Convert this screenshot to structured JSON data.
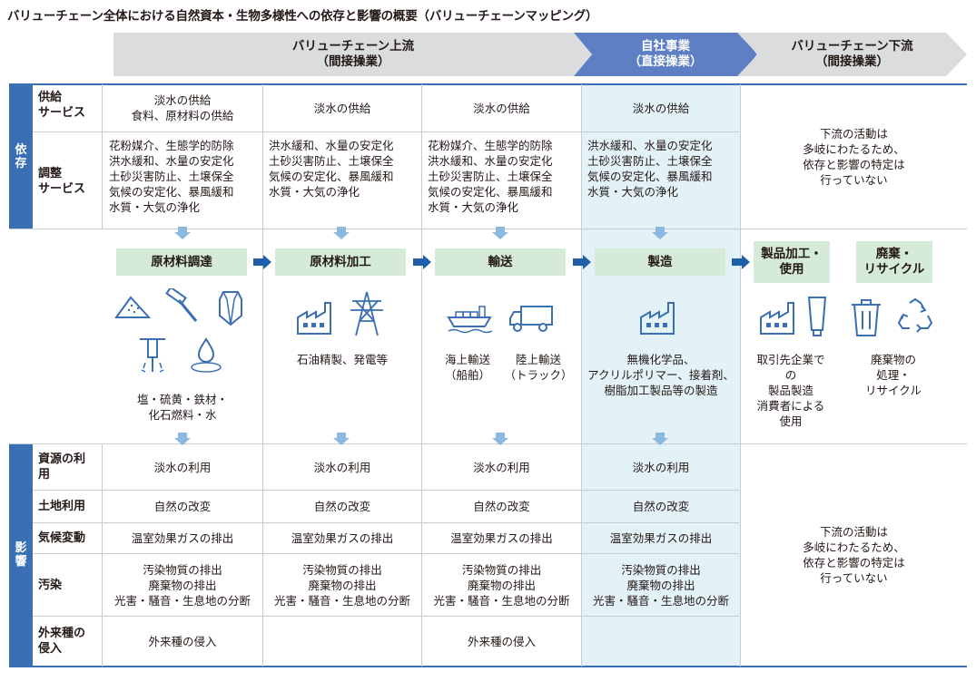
{
  "title": "バリューチェーン全体における自然資本・生物多様性への依存と影響の概要（バリューチェーンマッピング）",
  "header": {
    "upstream": {
      "line1": "バリューチェーン上流",
      "line2": "（間接操業）"
    },
    "own": {
      "line1": "自社事業",
      "line2": "（直接操業）"
    },
    "downstream": {
      "line1": "バリューチェーン下流",
      "line2": "（間接操業）"
    }
  },
  "dependency": {
    "side_label": [
      "依",
      "存"
    ],
    "supply_label": [
      "供給",
      "サービス"
    ],
    "regulating_label": [
      "調整",
      "サービス"
    ],
    "supply": [
      [
        "淡水の供給",
        "食料、原材料の供給"
      ],
      [
        "淡水の供給"
      ],
      [
        "淡水の供給"
      ],
      [
        "淡水の供給"
      ]
    ],
    "regulating": [
      [
        "花粉媒介、生態学的防除",
        "洪水緩和、水量の安定化",
        "土砂災害防止、土壌保全",
        "気候の安定化、暴風緩和",
        "水質・大気の浄化"
      ],
      [
        "洪水緩和、水量の安定化",
        "土砂災害防止、土壌保全",
        "気候の安定化、暴風緩和",
        "水質・大気の浄化"
      ],
      [
        "花粉媒介、生態学的防除",
        "洪水緩和、水量の安定化",
        "土砂災害防止、土壌保全",
        "気候の安定化、暴風緩和",
        "水質・大気の浄化"
      ],
      [
        "洪水緩和、水量の安定化",
        "土砂災害防止、土壌保全",
        "気候の安定化、暴風緩和",
        "水質・大気の浄化"
      ]
    ],
    "downstream_note": [
      "下流の活動は",
      "多岐にわたるため、",
      "依存と影響の特定は",
      "行っていない"
    ]
  },
  "process": {
    "steps": [
      "原材料調達",
      "原材料加工",
      "輸送",
      "製造"
    ],
    "downstream_steps": [
      [
        "製品加工・",
        "使用"
      ],
      [
        "廃棄・",
        "リサイクル"
      ]
    ],
    "captions": {
      "procurement": [
        "塩・硫黄・鉄材・",
        "化石燃料・水"
      ],
      "processing": [
        "石油精製、発電等"
      ],
      "transport_sea": [
        "海上輸送",
        "（船舶）"
      ],
      "transport_land": [
        "陸上輸送",
        "（トラック）"
      ],
      "manufacturing": [
        "無機化学品、",
        "アクリルポリマー、接着剤、",
        "樹脂加工製品等の製造"
      ],
      "product_use": [
        "取引先企業で",
        "の",
        "製品製造",
        "消費者による",
        "使用"
      ],
      "disposal": [
        "廃棄物の",
        "処理・",
        "リサイクル"
      ]
    },
    "icons": [
      "sand-pile-icon",
      "hammer-icon",
      "crystal-icon",
      "drill-icon",
      "water-drop-icon",
      "factory-icon",
      "power-tower-icon",
      "cargo-ship-icon",
      "truck-icon",
      "factory-icon",
      "tube-icon",
      "trash-can-icon",
      "recycle-icon"
    ]
  },
  "impact": {
    "side_label": [
      "影",
      "響"
    ],
    "rows": [
      {
        "label": [
          "資源の利",
          "用"
        ],
        "cells": [
          [
            "淡水の利用"
          ],
          [
            "淡水の利用"
          ],
          [
            "淡水の利用"
          ],
          [
            "淡水の利用"
          ]
        ]
      },
      {
        "label": [
          "土地利用"
        ],
        "cells": [
          [
            "自然の改変"
          ],
          [
            "自然の改変"
          ],
          [
            "自然の改変"
          ],
          [
            "自然の改変"
          ]
        ]
      },
      {
        "label": [
          "気候変動"
        ],
        "cells": [
          [
            "温室効果ガスの排出"
          ],
          [
            "温室効果ガスの排出"
          ],
          [
            "温室効果ガスの排出"
          ],
          [
            "温室効果ガスの排出"
          ]
        ]
      },
      {
        "label": [
          "汚染"
        ],
        "cells": [
          [
            "汚染物質の排出",
            "廃棄物の排出",
            "光害・騒音・生息地の分断"
          ],
          [
            "汚染物質の排出",
            "廃棄物の排出",
            "光害・騒音・生息地の分断"
          ],
          [
            "汚染物質の排出",
            "廃棄物の排出",
            "光害・騒音・生息地の分断"
          ],
          [
            "汚染物質の排出",
            "廃棄物の排出",
            "光害・騒音・生息地の分断"
          ]
        ]
      },
      {
        "label": [
          "外来種の",
          "侵入"
        ],
        "cells": [
          [
            "外来種の侵入"
          ],
          [],
          [
            "外来種の侵入"
          ],
          []
        ]
      }
    ],
    "downstream_note": [
      "下流の活動は",
      "多岐にわたるため、",
      "依存と影響の特定は",
      "行っていない"
    ]
  },
  "colors": {
    "blue": "#3a6fb4",
    "own_blue": "#5f7fc4",
    "gray": "#dadcdd",
    "green": "#d5ebd7",
    "highlight": "#e3f2f7",
    "arrow_light": "#8ab8e0",
    "arrow_dark": "#1f5fa8"
  }
}
